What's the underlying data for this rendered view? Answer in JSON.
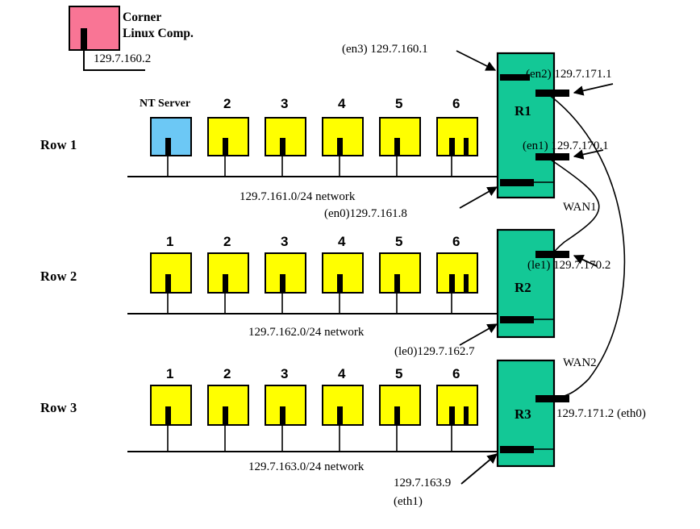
{
  "diagram": {
    "title": "Campus network topology with three rows and three routers",
    "colors": {
      "pc_fill": "#ffff00",
      "server_fill": "#6cc8f5",
      "corner_fill": "#f97595",
      "router_fill": "#13c896",
      "line": "#000000",
      "background": "#ffffff"
    },
    "corner_host": {
      "name_line1": "Corner",
      "name_line2": "Linux Comp.",
      "ip": "129.7.160.2"
    },
    "rows": [
      {
        "label": "Row 1",
        "network_label": "129.7.161.0/24 network",
        "nodes": [
          {
            "label": "NT Server",
            "type": "server",
            "ports": 1
          },
          {
            "label": "2",
            "type": "pc",
            "ports": 1
          },
          {
            "label": "3",
            "type": "pc",
            "ports": 1
          },
          {
            "label": "4",
            "type": "pc",
            "ports": 1
          },
          {
            "label": "5",
            "type": "pc",
            "ports": 1
          },
          {
            "label": "6",
            "type": "pc",
            "ports": 2
          }
        ]
      },
      {
        "label": "Row 2",
        "network_label": "129.7.162.0/24 network",
        "nodes": [
          {
            "label": "1",
            "type": "pc",
            "ports": 1
          },
          {
            "label": "2",
            "type": "pc",
            "ports": 1
          },
          {
            "label": "3",
            "type": "pc",
            "ports": 1
          },
          {
            "label": "4",
            "type": "pc",
            "ports": 1
          },
          {
            "label": "5",
            "type": "pc",
            "ports": 1
          },
          {
            "label": "6",
            "type": "pc",
            "ports": 2
          }
        ]
      },
      {
        "label": "Row 3",
        "network_label": "129.7.163.0/24 network",
        "nodes": [
          {
            "label": "1",
            "type": "pc",
            "ports": 1
          },
          {
            "label": "2",
            "type": "pc",
            "ports": 1
          },
          {
            "label": "3",
            "type": "pc",
            "ports": 1
          },
          {
            "label": "4",
            "type": "pc",
            "ports": 1
          },
          {
            "label": "5",
            "type": "pc",
            "ports": 1
          },
          {
            "label": "6",
            "type": "pc",
            "ports": 2
          }
        ]
      }
    ],
    "routers": [
      {
        "name": "R1"
      },
      {
        "name": "R2"
      },
      {
        "name": "R3"
      }
    ],
    "interface_labels": {
      "r1_en3": "(en3) 129.7.160.1",
      "r1_en2": "(en2) 129.7.171.1",
      "r1_en1": "(en1) 129.7.170.1",
      "r1_en0": "(en0)129.7.161.8",
      "r2_le1": "(le1) 129.7.170.2",
      "r2_le0": "(le0)129.7.162.7",
      "r3_eth0": "129.7.171.2 (eth0)",
      "r3_eth1_line1": "129.7.163.9",
      "r3_eth1_line2": "(eth1)"
    },
    "wan_links": [
      {
        "label": "WAN1"
      },
      {
        "label": "WAN2"
      }
    ]
  }
}
